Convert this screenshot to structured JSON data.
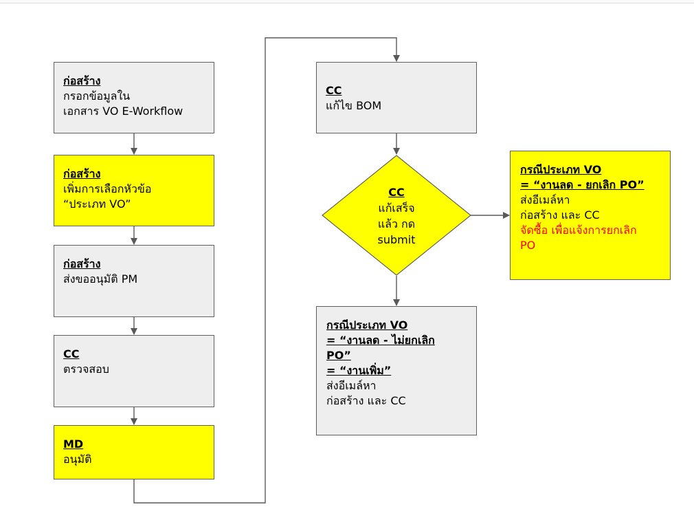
{
  "steps": [
    {
      "title": "ก่อสร้าง",
      "lines": [
        "กรอกข้อมูลใน",
        "เอกสาร VO E-Workflow"
      ]
    },
    {
      "title": "ก่อสร้าง",
      "lines": [
        "เพิ่มการเลือกหัวข้อ",
        "“ประเภท VO”"
      ]
    },
    {
      "title": "ก่อสร้าง",
      "lines": [
        "ส่งขออนุมัติ PM"
      ]
    },
    {
      "title": "CC",
      "lines": [
        "ตรวจสอบ"
      ]
    },
    {
      "title": "MD",
      "lines": [
        "อนุมัติ"
      ]
    },
    {
      "title": "CC",
      "lines": [
        "แก้ไข BOM"
      ]
    }
  ],
  "decision": {
    "title": "CC",
    "lines": [
      "แก้เสร็จ",
      "แล้ว กด",
      "submit"
    ]
  },
  "case_cancel": {
    "title_lines": [
      "กรณีประเภท VO",
      "= “งานลด - ยกเลิก PO”"
    ],
    "lines": [
      "ส่งอีเมล์หา",
      "ก่อสร้าง และ CC"
    ],
    "red_lines": [
      "จัดซื้อ เพื่อแจ้งการยกเลิก",
      "PO"
    ]
  },
  "case_other": {
    "title_lines": [
      "กรณีประเภท VO",
      "= “งานลด - ไม่ยกเลิก",
      "PO”",
      "= “งานเพิ่ม”"
    ],
    "lines": [
      "ส่งอีเมล์หา",
      "ก่อสร้าง และ CC"
    ]
  },
  "colors": {
    "gray_fill": "#eeeeee",
    "yellow_fill": "#ffff00",
    "border": "#5f5f5f",
    "line": "#595959",
    "red_text": "#ff0000"
  }
}
